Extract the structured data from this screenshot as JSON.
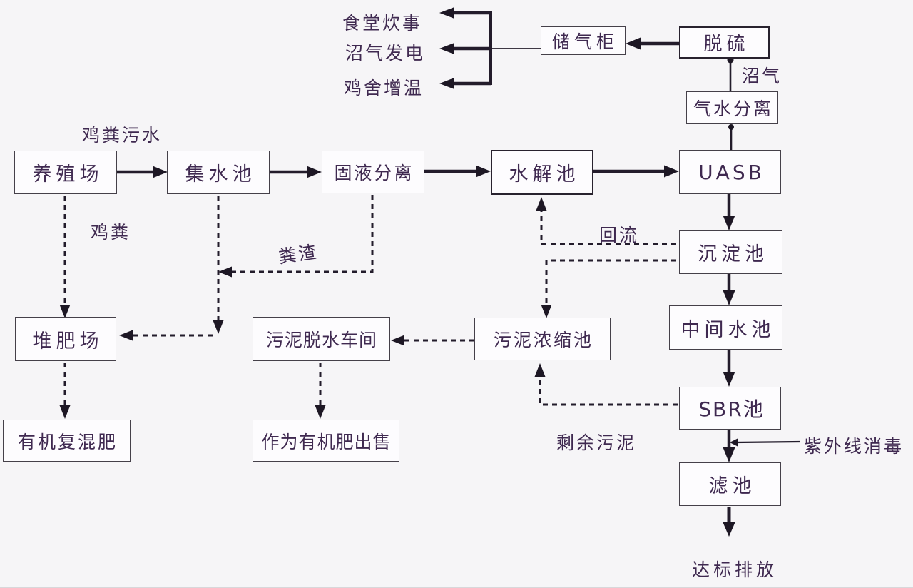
{
  "diagram": {
    "type": "flowchart",
    "language": "zh-CN",
    "subject": "鸡粪污水沼气处理工艺流程",
    "colors": {
      "background": "#f6f5f7",
      "ink": "#241d2b",
      "text": "#3f2950"
    },
    "nodes": {
      "farm": "养殖场",
      "collection_pool": "集水池",
      "solid_liquid_separation": "固液分离",
      "hydrolysis_pool": "水解池",
      "uasb": "UASB",
      "desulfurization": "脱硫",
      "gas_storage_tank": "储气柜",
      "gas_water_separation": "气水分离",
      "sedimentation_pool": "沉淀池",
      "intermediate_pool": "中间水池",
      "sbr_pool": "SBR池",
      "filter_pool": "滤池",
      "composting_site": "堆肥场",
      "organic_compound_fertilizer": "有机复混肥",
      "sludge_dewatering_workshop": "污泥脱水车间",
      "sold_as_organic_fertilizer": "作为有机肥出售",
      "sludge_thickening_pool": "污泥浓缩池"
    },
    "labels": {
      "chicken_manure_wastewater": "鸡粪污水",
      "chicken_manure": "鸡粪",
      "manure_residue": "粪渣",
      "biogas": "沼气",
      "reflux": "回流",
      "excess_sludge": "剩余污泥",
      "uv_disinfection": "紫外线消毒",
      "discharge_up_to_standard": "达标排放",
      "canteen_cooking": "食堂炊事",
      "biogas_power_generation": "沼气发电",
      "chicken_coop_heating": "鸡舍增温"
    }
  }
}
